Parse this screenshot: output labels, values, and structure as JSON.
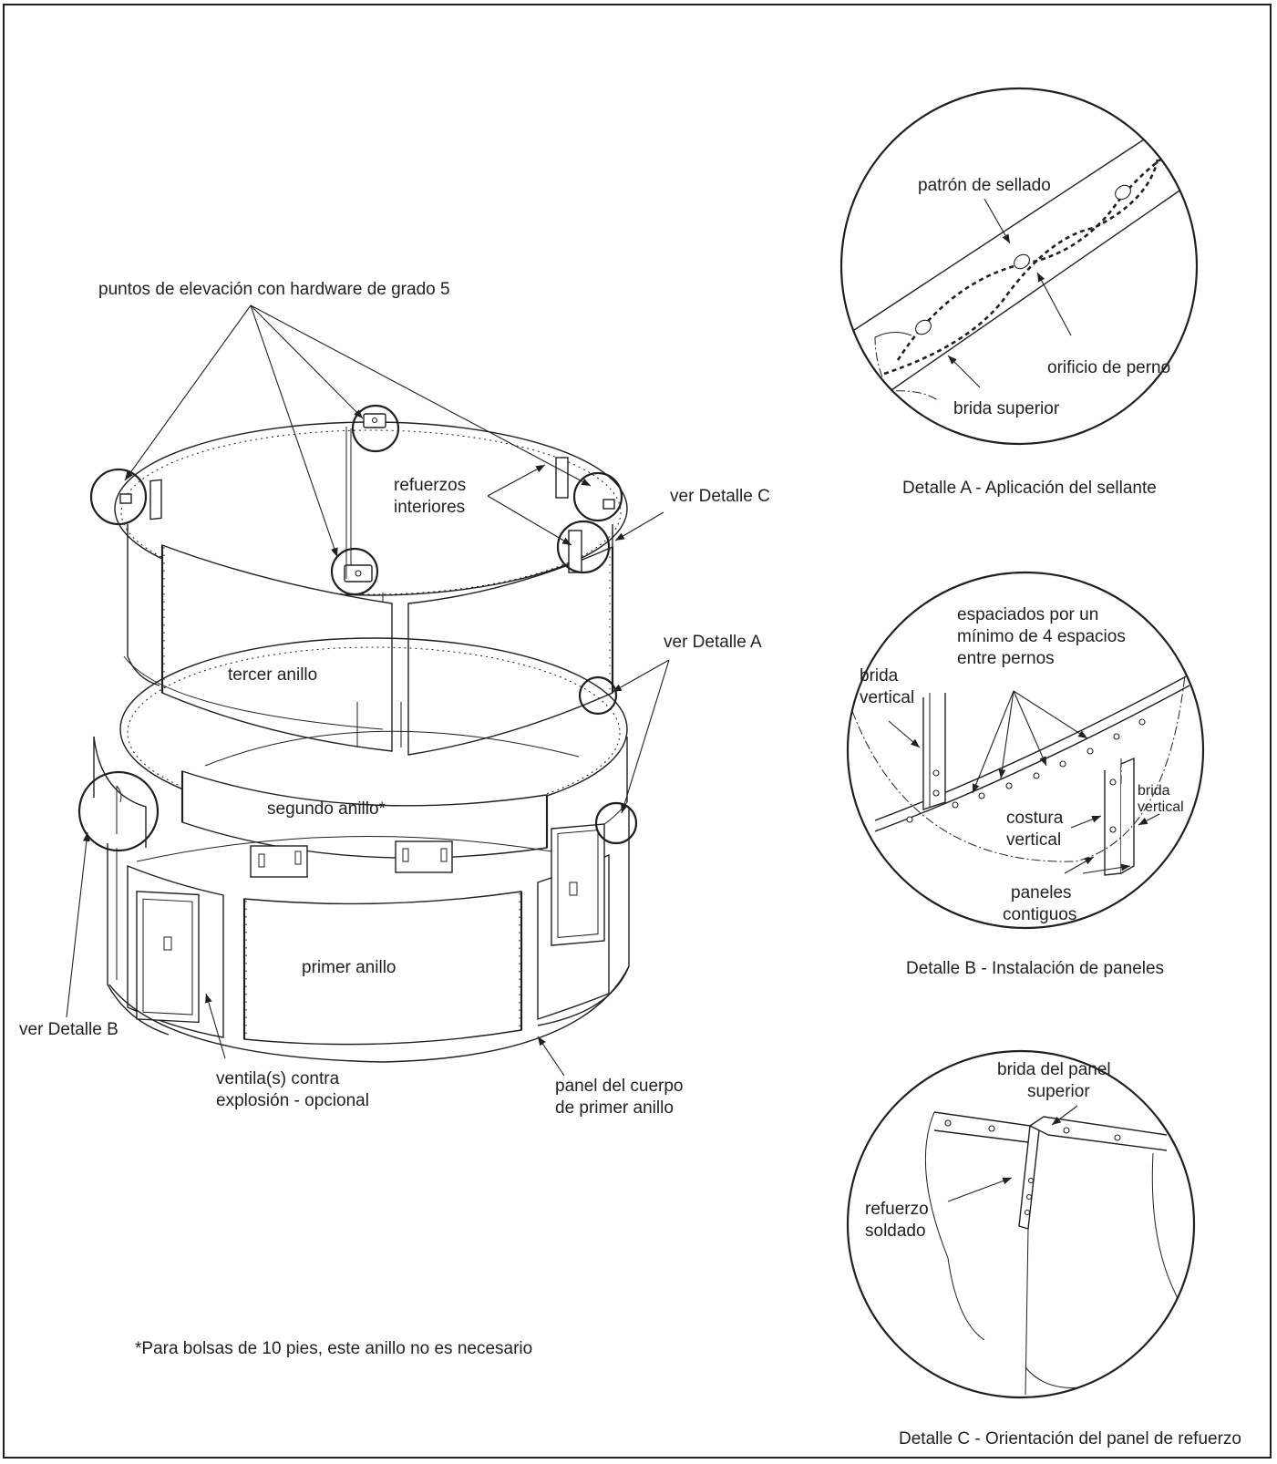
{
  "main_labels": {
    "lifting_points": "puntos de elevación con hardware de grado 5",
    "inner_stiffeners_line1": "refuerzos",
    "inner_stiffeners_line2": "interiores",
    "see_detail_c": "ver Detalle C",
    "see_detail_a": "ver Detalle A",
    "see_detail_b": "ver Detalle B",
    "third_ring": "tercer anillo",
    "second_ring": "segundo anillo*",
    "first_ring": "primer anillo",
    "vent_line1": "ventila(s) contra",
    "vent_line2": "explosión - opcional",
    "body_panel_line1": "panel del cuerpo",
    "body_panel_line2": "de primer anillo",
    "footnote": "*Para bolsas de 10 pies, este anillo no es necesario"
  },
  "detail_a": {
    "caption": "Detalle A - Aplicación del sellante",
    "sealing_pattern": "patrón de sellado",
    "bolt_hole": "orificio de perno",
    "top_flange": "brida superior"
  },
  "detail_b": {
    "caption": "Detalle B - Instalación de paneles",
    "spacing_line1": "espaciados por un",
    "spacing_line2": "mínimo de 4 espacios",
    "spacing_line3": "entre pernos",
    "vertical_flange_left_line1": "brida",
    "vertical_flange_left_line2": "vertical",
    "vertical_flange_right_line1": "brida",
    "vertical_flange_right_line2": "vertical",
    "vertical_seam_line1": "costura",
    "vertical_seam_line2": "vertical",
    "adjacent_panels_line1": "paneles",
    "adjacent_panels_line2": "contiguos"
  },
  "detail_c": {
    "caption": "Detalle C - Orientación del panel de refuerzo",
    "top_panel_flange_line1": "brida del panel",
    "top_panel_flange_line2": "superior",
    "welded_stiffener_line1": "refuerzo",
    "welded_stiffener_line2": "soldado"
  }
}
